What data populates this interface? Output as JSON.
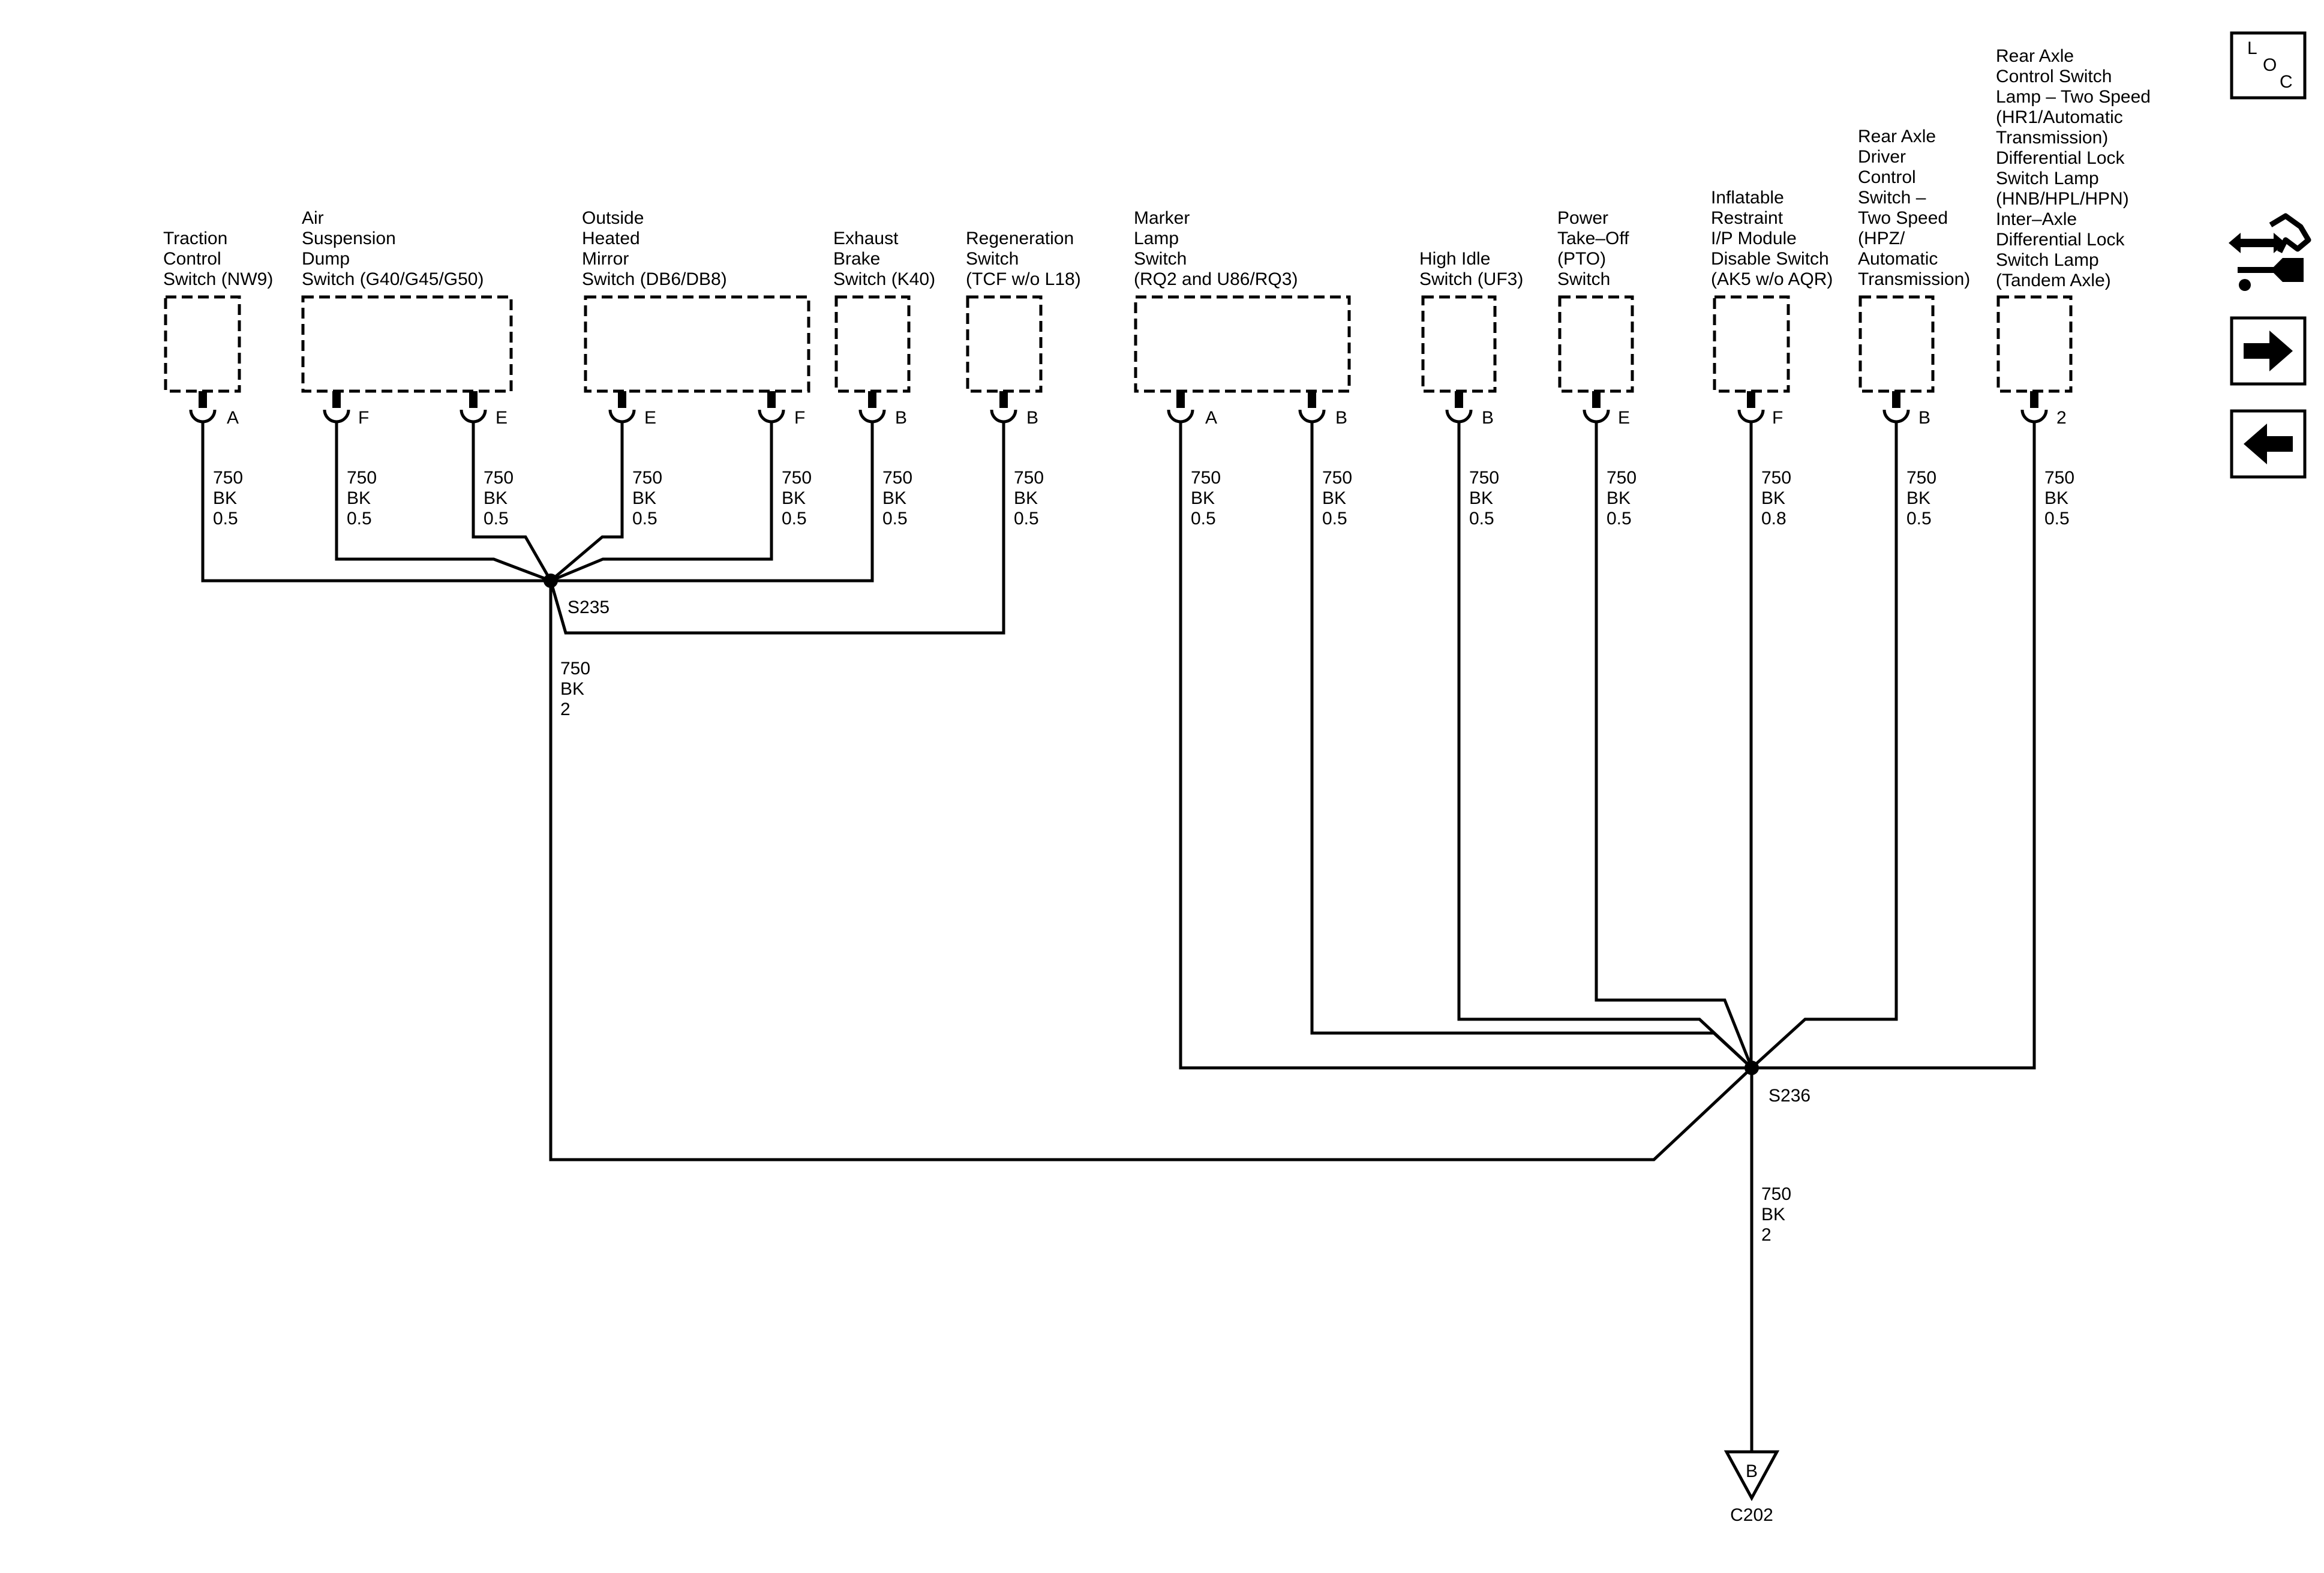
{
  "components": [
    {
      "id": "traction-control",
      "label": [
        "Traction",
        "Control",
        "Switch (NW9)"
      ],
      "pins": [
        "A"
      ]
    },
    {
      "id": "air-suspension-dump",
      "label": [
        "Air",
        "Suspension",
        "Dump",
        "Switch (G40/G45/G50)"
      ],
      "pins": [
        "F",
        "E"
      ]
    },
    {
      "id": "outside-heated-mirror",
      "label": [
        "Outside",
        "Heated",
        "Mirror",
        "Switch (DB6/DB8)"
      ],
      "pins": [
        "E",
        "F"
      ]
    },
    {
      "id": "exhaust-brake",
      "label": [
        "Exhaust",
        "Brake",
        "Switch (K40)"
      ],
      "pins": [
        "B"
      ]
    },
    {
      "id": "regeneration",
      "label": [
        "Regeneration",
        "Switch",
        "(TCF w/o L18)"
      ],
      "pins": [
        "B"
      ]
    },
    {
      "id": "marker-lamp",
      "label": [
        "Marker",
        "Lamp",
        "Switch",
        "(RQ2 and U86/RQ3)"
      ],
      "pins": [
        "A",
        "B"
      ]
    },
    {
      "id": "high-idle",
      "label": [
        "High Idle",
        "Switch (UF3)"
      ],
      "pins": [
        "B"
      ]
    },
    {
      "id": "power-take-off",
      "label": [
        "Power",
        "Take–Off",
        "(PTO)",
        "Switch"
      ],
      "pins": [
        "E"
      ]
    },
    {
      "id": "inflatable-restraint",
      "label": [
        "Inflatable",
        "Restraint",
        "I/P Module",
        "Disable Switch",
        "(AK5 w/o AQR)"
      ],
      "pins": [
        "F"
      ]
    },
    {
      "id": "rear-axle-driver",
      "label": [
        "Rear Axle",
        "Driver",
        "Control",
        "Switch –",
        "Two Speed",
        "(HPZ/",
        "Automatic",
        "Transmission)"
      ],
      "pins": [
        "B"
      ]
    },
    {
      "id": "rear-axle-lamp",
      "label": [
        "Rear Axle",
        "Control Switch",
        "Lamp – Two Speed",
        "(HR1/Automatic",
        "Transmission)",
        "Differential Lock",
        "Switch Lamp",
        "(HNB/HPL/HPN)",
        "Inter–Axle",
        "Differential Lock",
        "Switch Lamp",
        "(Tandem Axle)"
      ],
      "pins": [
        "2"
      ]
    }
  ],
  "wires": [
    {
      "circuit": "750",
      "color": "BK",
      "size": "0.5"
    },
    {
      "circuit": "750",
      "color": "BK",
      "size": "0.5"
    },
    {
      "circuit": "750",
      "color": "BK",
      "size": "0.5"
    },
    {
      "circuit": "750",
      "color": "BK",
      "size": "0.5"
    },
    {
      "circuit": "750",
      "color": "BK",
      "size": "0.5"
    },
    {
      "circuit": "750",
      "color": "BK",
      "size": "0.5"
    },
    {
      "circuit": "750",
      "color": "BK",
      "size": "0.5"
    },
    {
      "circuit": "750",
      "color": "BK",
      "size": "0.5"
    },
    {
      "circuit": "750",
      "color": "BK",
      "size": "0.5"
    },
    {
      "circuit": "750",
      "color": "BK",
      "size": "0.5"
    },
    {
      "circuit": "750",
      "color": "BK",
      "size": "0.5"
    },
    {
      "circuit": "750",
      "color": "BK",
      "size": "0.8"
    },
    {
      "circuit": "750",
      "color": "BK",
      "size": "0.5"
    },
    {
      "circuit": "750",
      "color": "BK",
      "size": "0.5"
    }
  ],
  "splices": {
    "s235": {
      "name": "S235",
      "circuit": "750",
      "color": "BK",
      "size": "2"
    },
    "s236": {
      "name": "S236",
      "circuit": "750",
      "color": "BK",
      "size": "2"
    }
  },
  "ground": {
    "pin": "B",
    "connector": "C202"
  },
  "nav": {
    "loc": {
      "letters": [
        "L",
        "O",
        "C"
      ],
      "icon": "loc-icon"
    },
    "harness_icon": "harness-connector-icon",
    "next_icon": "arrow-right-icon",
    "prev_icon": "arrow-left-icon"
  }
}
